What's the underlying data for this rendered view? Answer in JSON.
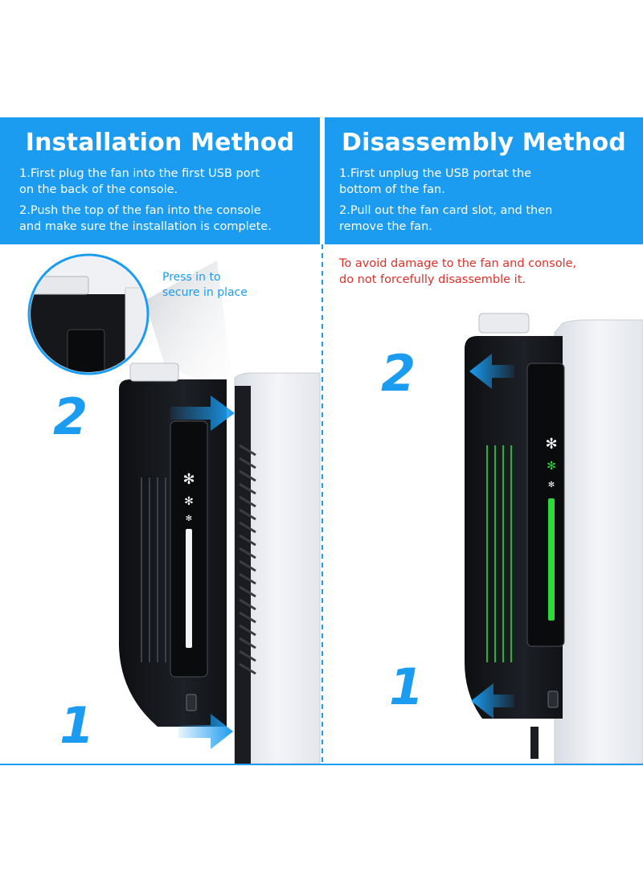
{
  "installation": {
    "title": "Installation Method",
    "steps": [
      "1.First plug the fan into the first USB port\n on the back of the console.",
      "2.Push the top of the fan into the console\n and make sure the installation is complete."
    ],
    "callout": "Press in to\nsecure in place",
    "numbers": [
      "2",
      "1"
    ]
  },
  "disassembly": {
    "title": "Disassembly Method",
    "steps": [
      "1.First unplug the USB portat the\n bottom of the fan.",
      "2.Pull out the fan card slot, and then\n remove the fan."
    ],
    "warning": "To avoid damage to the fan and console,\ndo not forcefully disassemble it.",
    "numbers": [
      "2",
      "1"
    ]
  },
  "colors": {
    "accent": "#1b9cf0",
    "warning": "#e0302a",
    "fan_body": "#15171b",
    "console_white": "#eef0f4",
    "led_green": "#2fd93a"
  }
}
